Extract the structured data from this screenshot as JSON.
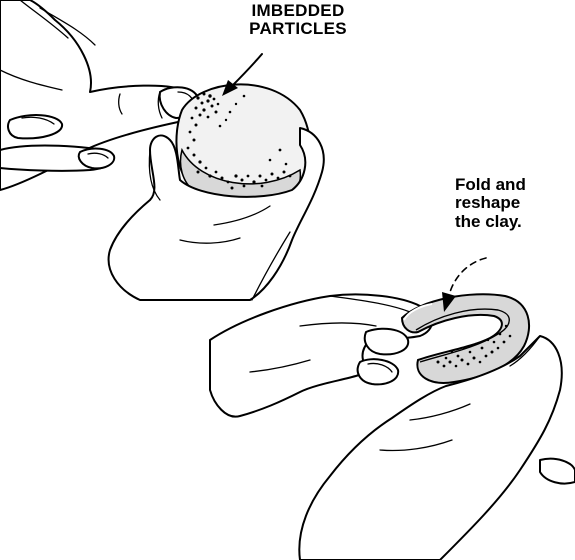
{
  "labels": {
    "particles": {
      "line1": "IMBEDDED",
      "line2": "PARTICLES"
    },
    "fold": {
      "line1": "Fold and",
      "line2": "reshape",
      "line3": "the clay."
    }
  },
  "colors": {
    "ink": "#000000",
    "clay_fill": "#d8d8d8",
    "clay_highlight": "#f0f0f0",
    "skin": "#ffffff"
  }
}
